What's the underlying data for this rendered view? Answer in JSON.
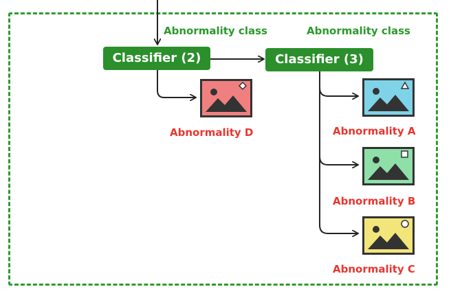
{
  "diagram": {
    "classifier_2": "Classifier (2)",
    "classifier_3": "Classifier (3)",
    "class_label_left": "Abnormality class",
    "class_label_right": "Abnormality class",
    "outputs": {
      "d": "Abnormality D",
      "a": "Abnormality A",
      "b": "Abnormality B",
      "c": "Abnormality C"
    },
    "colors": {
      "frame": "#2e9b2e",
      "classifier_fill": "#2b8f2b",
      "class_label": "#2b9a2b",
      "abnormality_label": "#e8362f",
      "icon_d": "#f08080",
      "icon_a": "#7fd3e8",
      "icon_b": "#8fe0a8",
      "icon_c": "#f2e67a"
    },
    "icons": {
      "d": "image-icon",
      "a": "image-icon",
      "b": "image-icon",
      "c": "image-icon"
    }
  }
}
